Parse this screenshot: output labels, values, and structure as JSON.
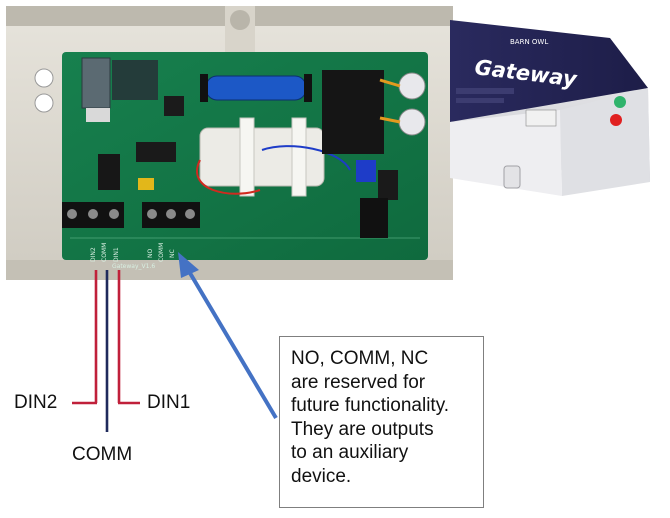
{
  "board": {
    "terminal_labels": [
      "DIN2",
      "COMM",
      "DIN1",
      "NO",
      "COMM",
      "NC"
    ],
    "edge_text": "Gateway_V1.6"
  },
  "gateway": {
    "brand": "BARN OWL",
    "name": "Gateway",
    "status_led_colors": [
      "#2fb36b",
      "#e02020"
    ]
  },
  "wires": {
    "din2_label": "DIN2",
    "comm_label": "COMM",
    "din1_label": "DIN1",
    "din_color": "#c0203a",
    "comm_color": "#1f2a5c"
  },
  "callout": {
    "lines": [
      "NO, COMM, NC",
      "are reserved for",
      "future functionality.",
      "They are outputs",
      "to an auxiliary",
      "device."
    ],
    "arrow_color": "#4472c4"
  }
}
